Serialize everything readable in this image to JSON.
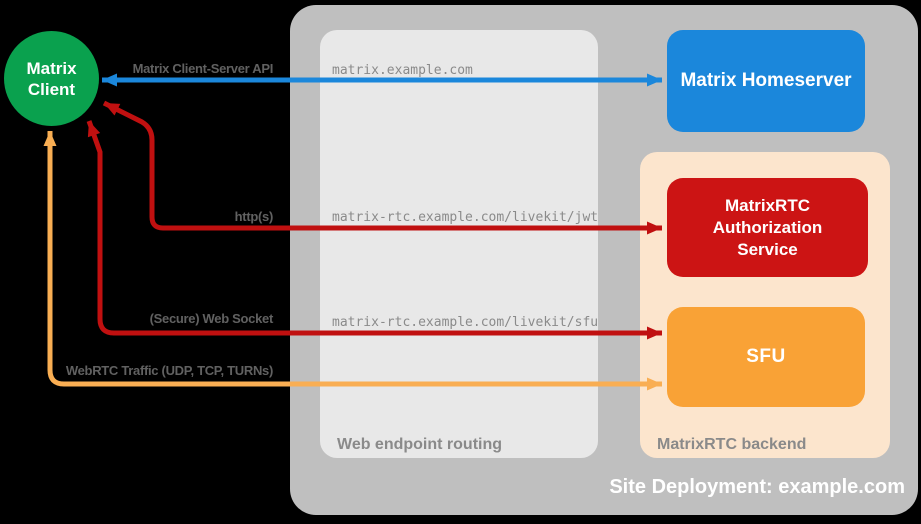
{
  "site": {
    "title": "Site Deployment: example.com"
  },
  "client": {
    "label": "Matrix Client"
  },
  "nodes": {
    "homeserver": "Matrix Homeserver",
    "auth_service": "MatrixRTC Authorization Service",
    "sfu": "SFU"
  },
  "routing": {
    "caption": "Web endpoint routing"
  },
  "backend": {
    "caption": "MatrixRTC backend"
  },
  "connections": {
    "client_server_api": {
      "label": "Matrix Client-Server API",
      "endpoint": "matrix.example.com"
    },
    "http": {
      "label": "http(s)",
      "endpoint": "matrix-rtc.example.com/livekit/jwt"
    },
    "websocket": {
      "label": "(Secure) Web Socket",
      "endpoint": "matrix-rtc.example.com/livekit/sfu"
    },
    "webrtc": {
      "label": "WebRTC Traffic (UDP, TCP, TURNs)"
    }
  },
  "colors": {
    "background": "#000000",
    "site_container": "#BFBFBF",
    "routing_container": "#E8E8E8",
    "backend_container": "#FCE5CD",
    "client_green": "#0AA14E",
    "homeserver_blue": "#1B87DB",
    "auth_red": "#CC1414",
    "sfu_orange": "#F9A236",
    "arrow_red": "#C01010",
    "arrow_orange": "#F9AE53",
    "label_gray": "#616161",
    "caption_gray": "#8A8A8A"
  }
}
